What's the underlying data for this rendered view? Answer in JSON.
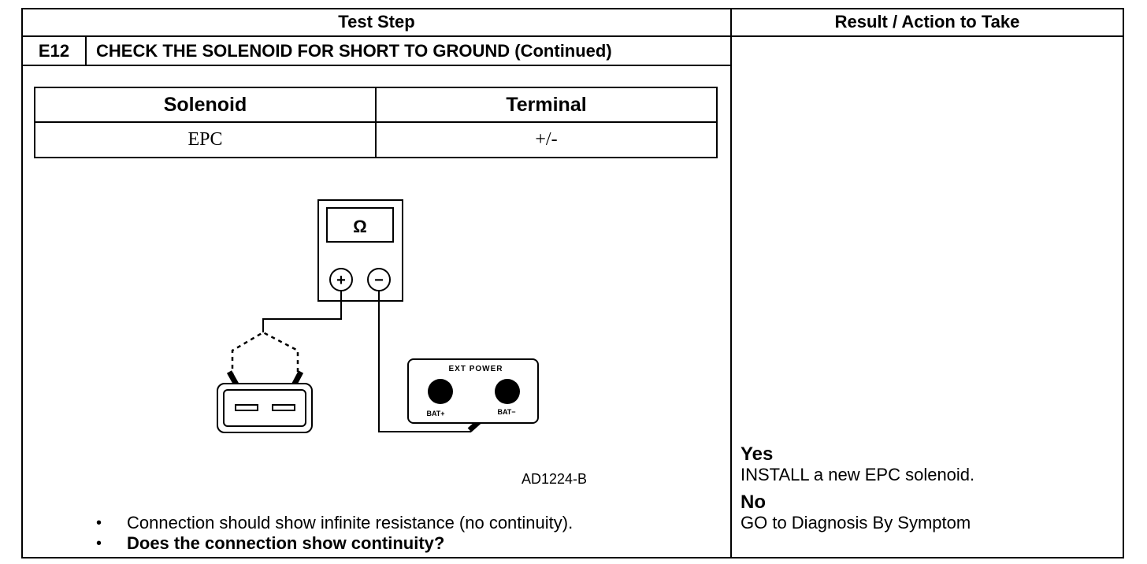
{
  "table": {
    "headers": {
      "test_step": "Test Step",
      "result_action": "Result / Action to Take"
    },
    "step": {
      "id": "E12",
      "title": "CHECK THE SOLENOID FOR SHORT TO GROUND (Continued)"
    },
    "solenoid_table": {
      "headers": [
        "Solenoid",
        "Terminal"
      ],
      "rows": [
        {
          "solenoid": "EPC",
          "terminal": "+/-"
        }
      ]
    },
    "diagram": {
      "meter_symbol": "Ω",
      "plus_symbol": "+",
      "minus_symbol": "−",
      "ext_power_label": "EXT POWER",
      "bat_pos_label": "BAT+",
      "bat_neg_label": "BAT−",
      "figure_id": "AD1224-B"
    },
    "bullets": [
      {
        "text": "Connection should show infinite resistance (no continuity).",
        "bold": false
      },
      {
        "text": "Does the connection show continuity?",
        "bold": true
      }
    ],
    "bullet_char": "•",
    "results": {
      "yes_label": "Yes",
      "yes_action": "INSTALL a new EPC solenoid.",
      "no_label": "No",
      "no_action": "GO to Diagnosis By Symptom"
    }
  }
}
